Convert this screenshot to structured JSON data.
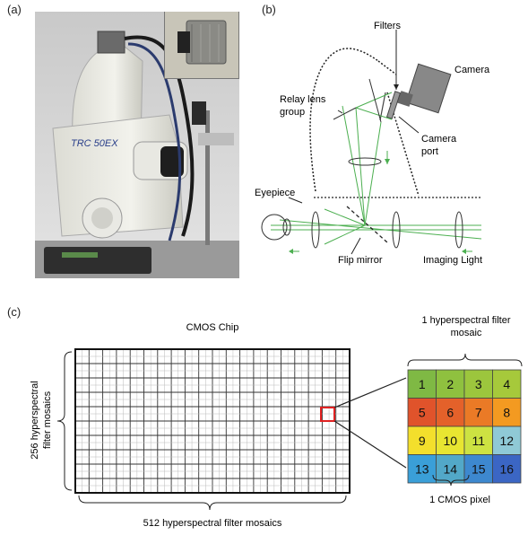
{
  "panels": {
    "a_label": "(a)",
    "b_label": "(b)",
    "c_label": "(c)"
  },
  "photo": {
    "brand_text": "TRC 50EX"
  },
  "optics": {
    "filters": "Filters",
    "camera": "Camera",
    "relay_lens_line1": "Relay lens",
    "relay_lens_line2": "group",
    "camera_port_line1": "Camera",
    "camera_port_line2": "port",
    "eyepiece": "Eyepiece",
    "flip_mirror": "Flip mirror",
    "imaging_light": "Imaging Light"
  },
  "chip": {
    "title": "CMOS Chip",
    "left_label_line1": "256 hyperspectral",
    "left_label_line2": "filter mosaics",
    "bottom_label": "512 hyperspectral filter mosaics",
    "mosaic_label_line1": "1 hyperspectral filter",
    "mosaic_label_line2": "mosaic",
    "pixel_label": "1 CMOS pixel",
    "mosaic_cells": [
      "1",
      "2",
      "3",
      "4",
      "5",
      "6",
      "7",
      "8",
      "9",
      "10",
      "11",
      "12",
      "13",
      "14",
      "15",
      "16"
    ],
    "mosaic_colors": [
      "#7fb944",
      "#8fc13f",
      "#9cc63d",
      "#a6c93b",
      "#e0532b",
      "#e4612a",
      "#ea7a26",
      "#f39a21",
      "#f3df2c",
      "#e8e531",
      "#cde242",
      "#8fc9d6",
      "#3a9fd8",
      "#52a8c8",
      "#3d88cf",
      "#3b66c4"
    ],
    "highlight_color": "#e02020"
  }
}
